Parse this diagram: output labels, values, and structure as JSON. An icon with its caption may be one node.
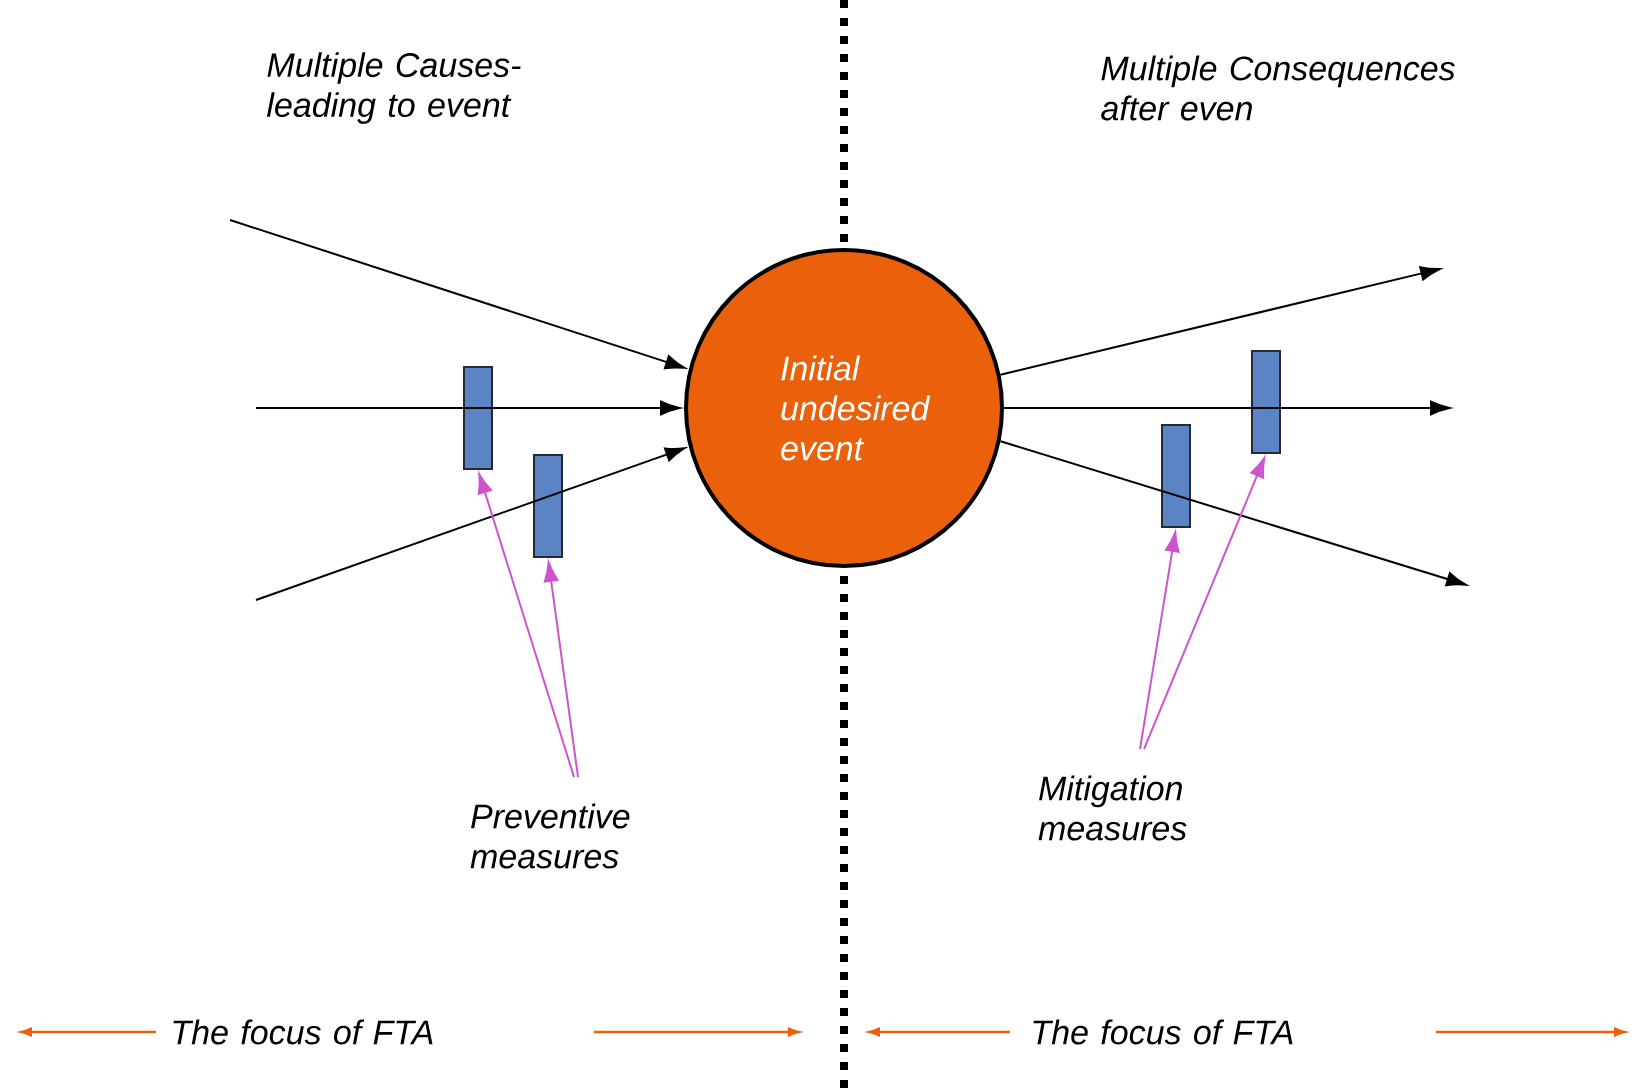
{
  "diagram": {
    "nodes": [
      {
        "text": [
          "Initial undesired event"
        ]
      },
      {
        "text": [],
        "shape": "bar"
      },
      {
        "text": [],
        "shape": "bar"
      },
      {
        "text": [],
        "shape": "bar"
      },
      {
        "text": [],
        "shape": "bar"
      },
      {
        "text": [
          "Preventive measures"
        ]
      },
      {
        "text": [
          "Mitigation measures"
        ]
      }
    ],
    "edges": [
      {
        "from": null,
        "to": 0,
        "arrow": "to"
      },
      {
        "from": null,
        "to": 0,
        "arrow": "to"
      },
      {
        "from": null,
        "to": 0,
        "arrow": "to"
      },
      {
        "from": 0,
        "to": null,
        "arrow": "to"
      },
      {
        "from": 0,
        "to": null,
        "arrow": "to"
      },
      {
        "from": 0,
        "to": null,
        "arrow": "to"
      },
      {
        "from": 5,
        "to": 1,
        "arrow": "to",
        "color": "#cc55cc"
      },
      {
        "from": 5,
        "to": 2,
        "arrow": "to",
        "color": "#cc55cc"
      },
      {
        "from": 6,
        "to": 3,
        "arrow": "to",
        "color": "#cc55cc"
      },
      {
        "from": 6,
        "to": 4,
        "arrow": "to",
        "color": "#cc55cc"
      }
    ],
    "labels": [
      "Multiple Causes- leading to event",
      "Multiple Consequences after even",
      "The focus of FTA",
      "The focus of FTA"
    ]
  }
}
